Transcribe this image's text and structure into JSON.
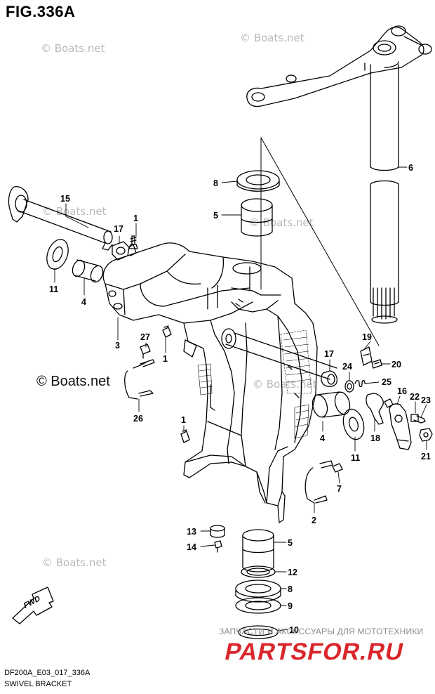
{
  "figure": {
    "title": "FIG.336A"
  },
  "footer": {
    "model_code": "DF200A_E03_017_336A",
    "section_name": "SWIVEL BRACKET"
  },
  "watermarks": [
    "© Boats.net",
    "© Boats.net",
    "© Boats.net",
    "© Boats.net",
    "© Boats.net",
    "© Boats.net"
  ],
  "copyright_large": "© Boats.net",
  "fwd_marker": "FWD",
  "promo": {
    "text": "ЗАПЧАСТИ И АКСЕССУАРЫ ДЛЯ МОТОТЕХНИКИ",
    "brand": "PARTSFOR.RU",
    "brand_color": "#d9262c"
  },
  "callouts": [
    "1",
    "1",
    "1",
    "1",
    "2",
    "3",
    "4",
    "4",
    "5",
    "5",
    "6",
    "7",
    "8",
    "8",
    "9",
    "10",
    "11",
    "11",
    "12",
    "13",
    "14",
    "15",
    "16",
    "17",
    "17",
    "18",
    "19",
    "20",
    "21",
    "22",
    "23",
    "24",
    "25",
    "26",
    "27"
  ]
}
